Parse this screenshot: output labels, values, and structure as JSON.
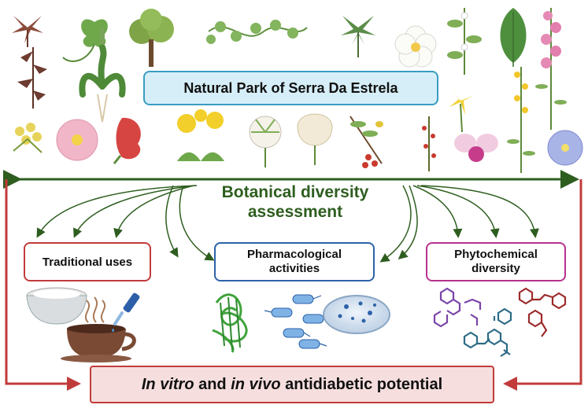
{
  "park_label": "Natural Park of Serra Da Estrela",
  "assessment": {
    "line1": "Botanical diversity",
    "line2": "assessment"
  },
  "categories": {
    "traditional": "Traditional uses",
    "pharma_line1": "Pharmacological",
    "pharma_line2": "activities",
    "phyto_line1": "Phytochemical",
    "phyto_line2": "diversity"
  },
  "outcome": {
    "part1": "In vitro",
    "part2": " and ",
    "part3": "in vivo",
    "part4": " antidiabetic potential"
  },
  "colors": {
    "green": "#2e5e1f",
    "red": "#c23b3b",
    "blue": "#2d62a8",
    "magenta": "#b7338f",
    "park_fill": "#d6eef8",
    "park_border": "#3a9dc1",
    "outcome_fill": "#f6dede"
  }
}
